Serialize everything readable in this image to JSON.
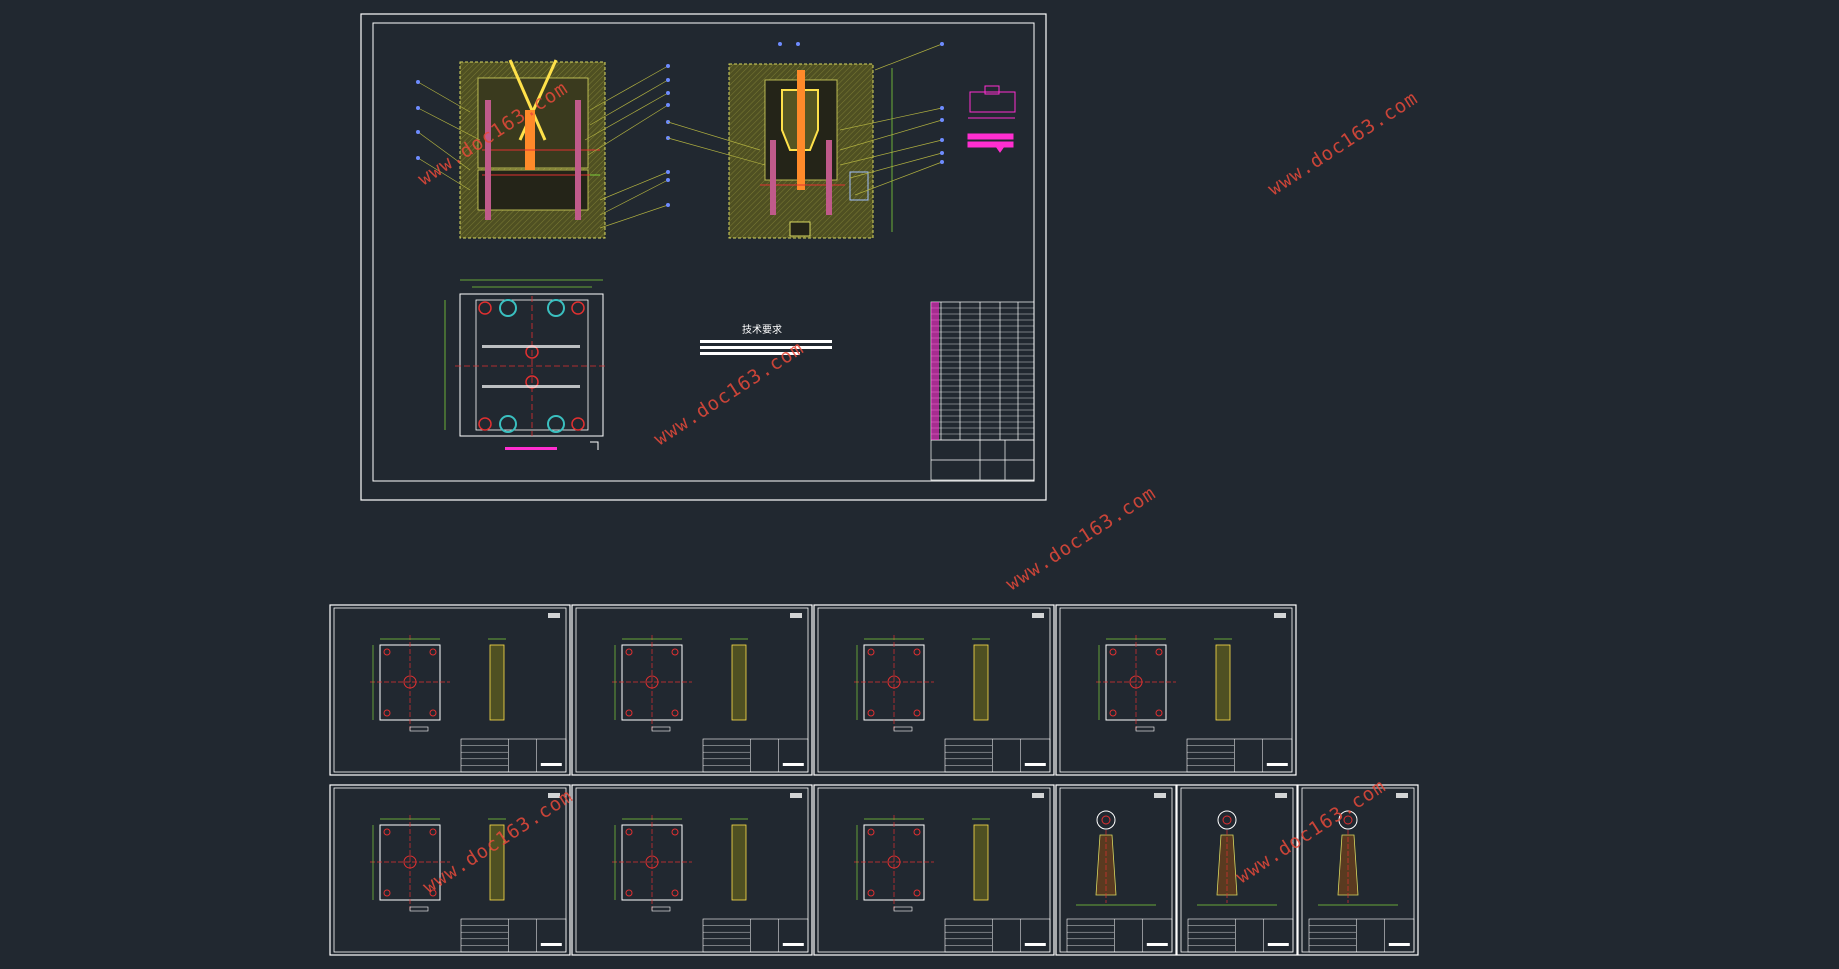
{
  "main_drawing": {
    "tech_title": "技术要求"
  },
  "watermarks": [
    "www.doc163.com",
    "www.doc163.com",
    "www.doc163.com",
    "www.doc163.com",
    "www.doc163.com",
    "www.doc163.com"
  ],
  "colors": {
    "background": "#212830",
    "border": "#ffffff",
    "mold_fill": "#5a5a28",
    "dim_line": "#7fd13b",
    "leader_dot": "#6e8cff",
    "red_line": "#e03030",
    "magenta": "#ff2ed0",
    "watermark": "#e84a3a"
  }
}
